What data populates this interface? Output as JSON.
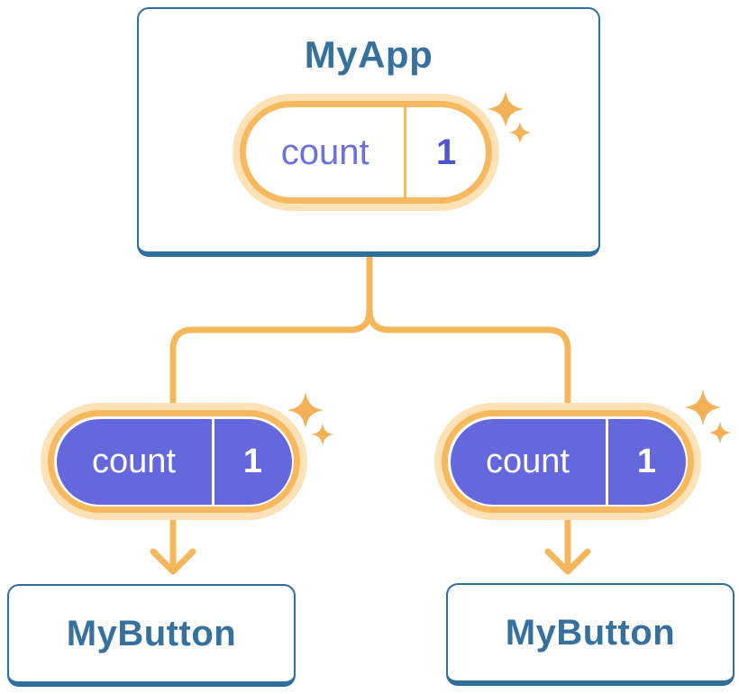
{
  "root_card": {
    "title": "MyApp",
    "pill": {
      "label": "count",
      "value": "1"
    }
  },
  "left_child": {
    "title": "MyButton",
    "pill": {
      "label": "count",
      "value": "1"
    }
  },
  "right_child": {
    "title": "MyButton",
    "pill": {
      "label": "count",
      "value": "1"
    }
  },
  "icons": {
    "sparkle": "sparkle-icon"
  },
  "colors": {
    "card_border": "#2E6F9F",
    "title_text": "#35719C",
    "pill_purple": "#6468DC",
    "pill_orange": "#F7B95F",
    "pill_halo": "#FDE2B8",
    "state_label": "#6B71DA",
    "state_value": "#4E55CE",
    "connector": "#F5B75C",
    "sparkle": "#F2B057"
  }
}
